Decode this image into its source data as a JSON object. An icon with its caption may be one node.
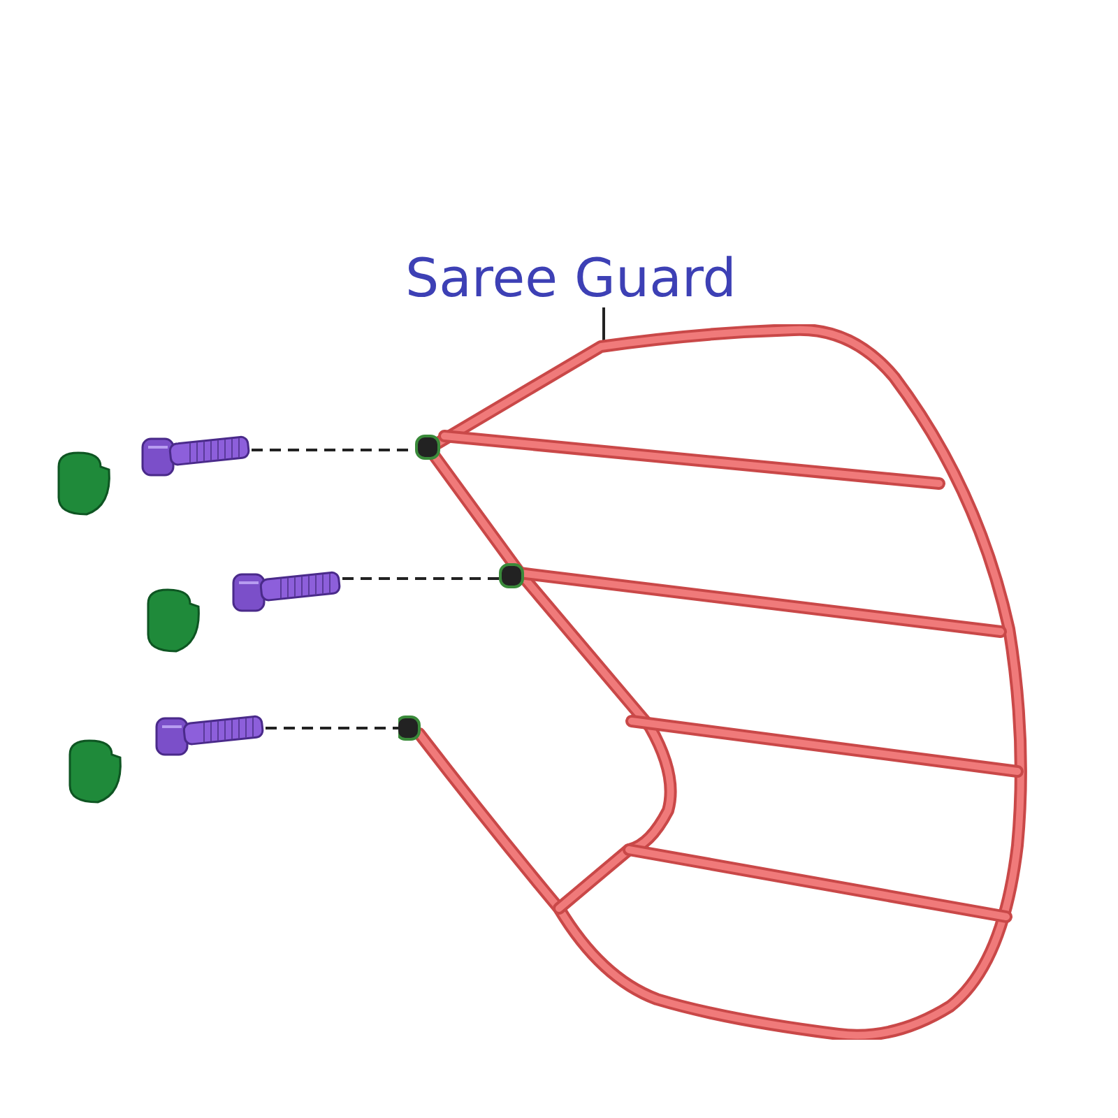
{
  "diagram": {
    "nodes": [
      {
        "text": [
          "Saree Guard"
        ]
      },
      {
        "text": [],
        "shape": "picture"
      },
      {
        "text": [],
        "shape": "picture"
      },
      {
        "text": [],
        "shape": "picture"
      },
      {
        "text": [],
        "shape": "picture"
      }
    ],
    "edges": [
      {
        "from": 0,
        "to": 1,
        "arrow": "none"
      },
      {
        "from": 2,
        "to": 1,
        "arrow": "none",
        "style": "dashed"
      },
      {
        "from": 3,
        "to": 1,
        "arrow": "none",
        "style": "dashed"
      },
      {
        "from": 4,
        "to": 1,
        "arrow": "none",
        "style": "dashed"
      }
    ]
  }
}
